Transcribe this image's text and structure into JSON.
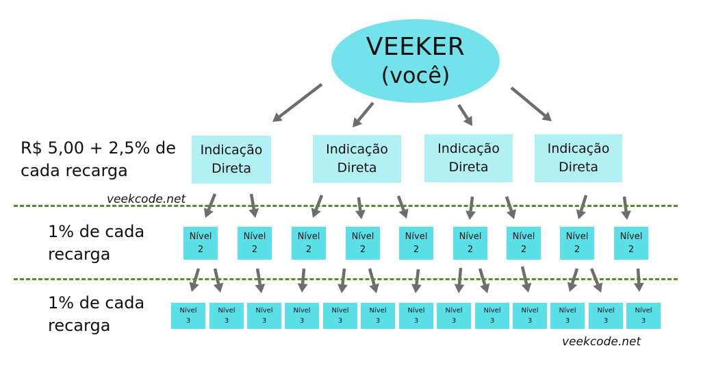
{
  "root": {
    "title": "VEEKER",
    "subtitle": "(você)",
    "color": "#74e2ea"
  },
  "levels": [
    {
      "label_line1": "R$ 5,00 + 2,5% de",
      "label_line2": "cada recarga"
    },
    {
      "label_line1": "1% de cada",
      "label_line2": "recarga"
    },
    {
      "label_line1": "1% de cada",
      "label_line2": "recarga"
    }
  ],
  "direct_nodes": [
    {
      "line1": "Indicação",
      "line2": "Direta"
    },
    {
      "line1": "Indicação",
      "line2": "Direta"
    },
    {
      "line1": "Indicação",
      "line2": "Direta"
    },
    {
      "line1": "Indicação",
      "line2": "Direta"
    }
  ],
  "level2_nodes": [
    {
      "line1": "Nível",
      "line2": "2"
    },
    {
      "line1": "Nível",
      "line2": "2"
    },
    {
      "line1": "Nível",
      "line2": "2"
    },
    {
      "line1": "Nível",
      "line2": "2"
    },
    {
      "line1": "Nível",
      "line2": "2"
    },
    {
      "line1": "Nível",
      "line2": "2"
    },
    {
      "line1": "Nível",
      "line2": "2"
    },
    {
      "line1": "Nível",
      "line2": "2"
    },
    {
      "line1": "Nível",
      "line2": "2"
    }
  ],
  "level3_nodes": [
    {
      "line1": "Nível",
      "line2": "3"
    },
    {
      "line1": "Nível",
      "line2": "3"
    },
    {
      "line1": "Nível",
      "line2": "3"
    },
    {
      "line1": "Nível",
      "line2": "3"
    },
    {
      "line1": "Nível",
      "line2": "3"
    },
    {
      "line1": "Nível",
      "line2": "3"
    },
    {
      "line1": "Nível",
      "line2": "3"
    },
    {
      "line1": "Nível",
      "line2": "3"
    },
    {
      "line1": "Nível",
      "line2": "3"
    },
    {
      "line1": "Nível",
      "line2": "3"
    },
    {
      "line1": "Nível",
      "line2": "3"
    },
    {
      "line1": "Nível",
      "line2": "3"
    },
    {
      "line1": "Nível",
      "line2": "3"
    }
  ],
  "watermarks": [
    "veekcode.net",
    "veekcode.net"
  ],
  "colors": {
    "direct": "#b2f0f3",
    "level_box": "#5ce0e8",
    "arrow": "#6f6c6c",
    "separator": "#5a8a2c"
  }
}
